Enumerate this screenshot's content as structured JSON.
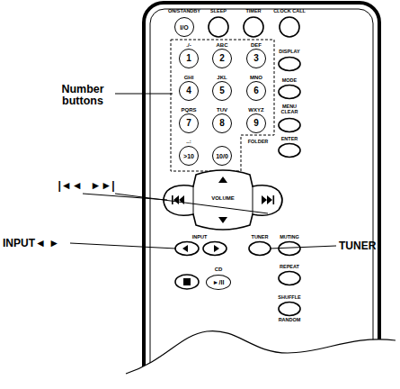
{
  "diagram": {
    "nodes": [
      {
        "text": [
          "I/O"
        ]
      },
      {
        "text": [
          "1"
        ]
      },
      {
        "text": [
          "2"
        ]
      },
      {
        "text": [
          "3"
        ]
      },
      {
        "text": [
          "4"
        ]
      },
      {
        "text": [
          "5"
        ]
      },
      {
        "text": [
          "6"
        ]
      },
      {
        "text": [
          "7"
        ]
      },
      {
        "text": [
          "8"
        ]
      },
      {
        "text": [
          "9"
        ]
      },
      {
        "text": [
          ">10"
        ]
      },
      {
        "text": [
          "10/0"
        ]
      },
      {
        "text": [
          "►/II"
        ]
      }
    ],
    "labels": [
      "ON/STANDBY",
      "SLEEP",
      "TIMER",
      "CLOCK CALL",
      "Number buttons",
      "./-",
      "ABC",
      "DEF",
      "DISPLAY",
      "GHI",
      "JKL",
      "MNO",
      "MODE",
      "PQRS",
      "TUV",
      "WXYZ",
      "MENU CLEAR",
      "..:",
      "FOLDER",
      "ENTER",
      "|◄◄",
      "►►|",
      "VOLUME",
      "INPUT◄ ►",
      "INPUT",
      "TUNER",
      "MUTING",
      "TUNER",
      "CD",
      "REPEAT",
      "SHUFFLE",
      "RANDOM"
    ]
  }
}
